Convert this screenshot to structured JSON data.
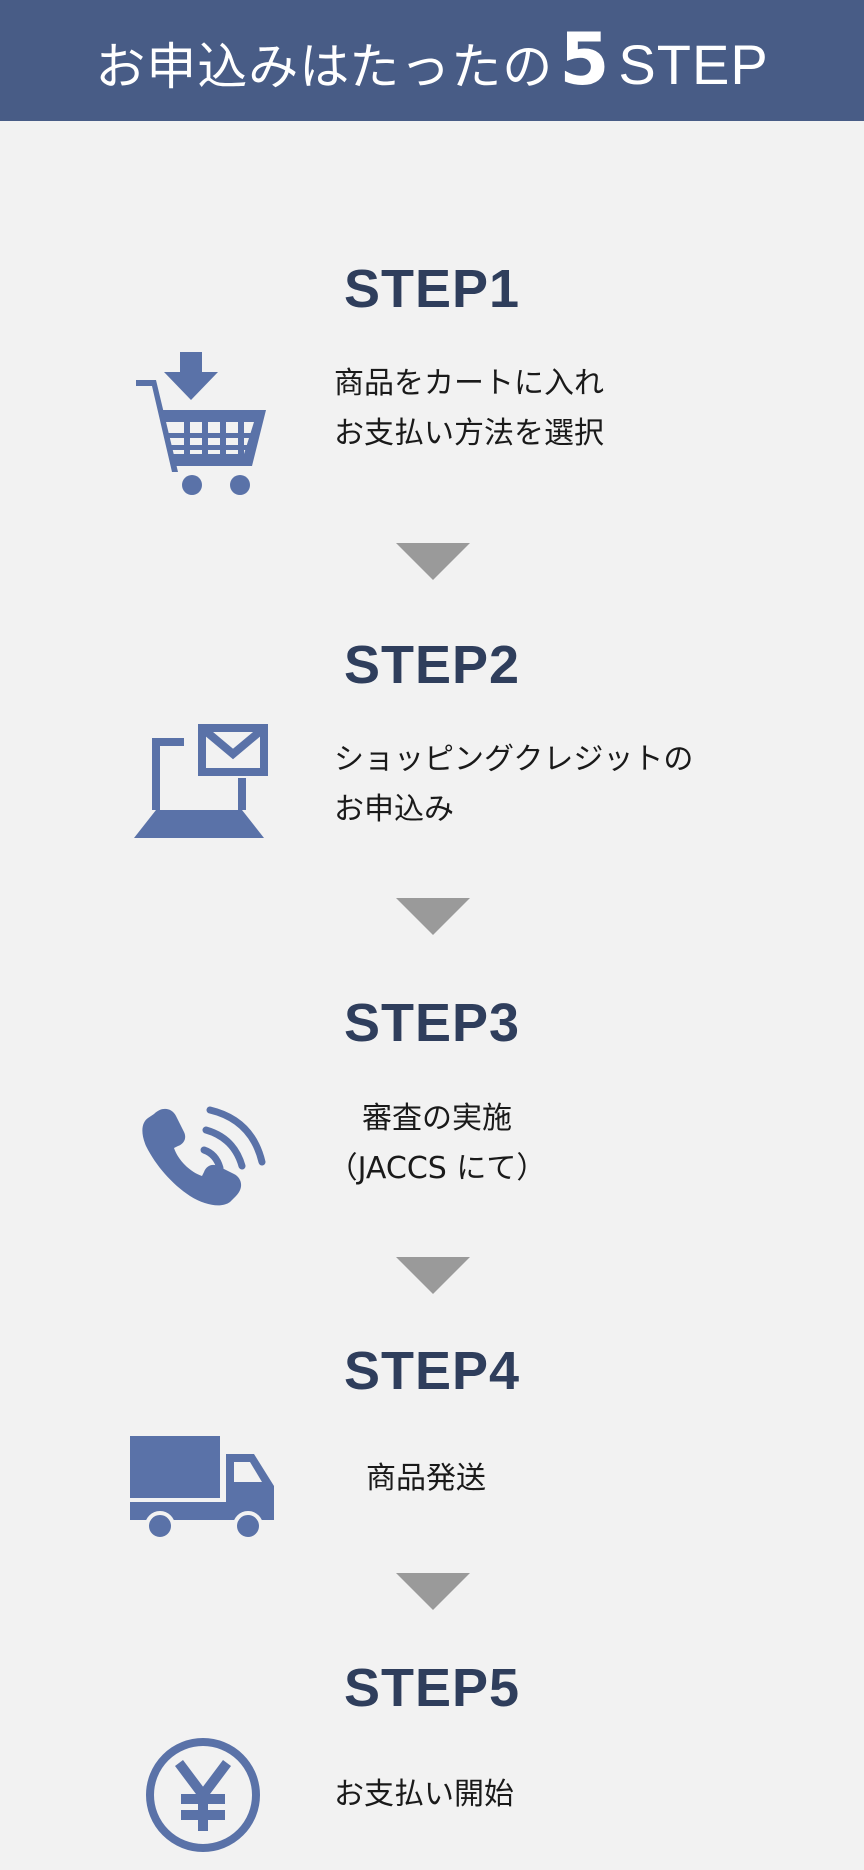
{
  "header": {
    "title_prefix": "お申込みはたったの",
    "title_number": "5",
    "title_suffix": "STEP"
  },
  "steps": [
    {
      "title": "STEP1",
      "desc_line1": "商品をカートに入れ",
      "desc_line2": "お支払い方法を選択",
      "icon": "shopping-cart-icon"
    },
    {
      "title": "STEP2",
      "desc_line1": "ショッピングクレジットの",
      "desc_line2": "お申込み",
      "icon": "laptop-mail-icon"
    },
    {
      "title": "STEP3",
      "desc_line1": "審査の実施",
      "desc_line2": "（JACCS にて）",
      "icon": "phone-icon"
    },
    {
      "title": "STEP4",
      "desc_line1": "商品発送",
      "icon": "delivery-truck-icon"
    },
    {
      "title": "STEP5",
      "desc_line1": "お支払い開始",
      "icon": "yen-circle-icon"
    }
  ],
  "colors": {
    "header_bg": "#485c86",
    "step_title": "#2f3e5c",
    "icon": "#5a72a8",
    "arrow": "#9a9a9a",
    "background": "#f2f2f2"
  }
}
